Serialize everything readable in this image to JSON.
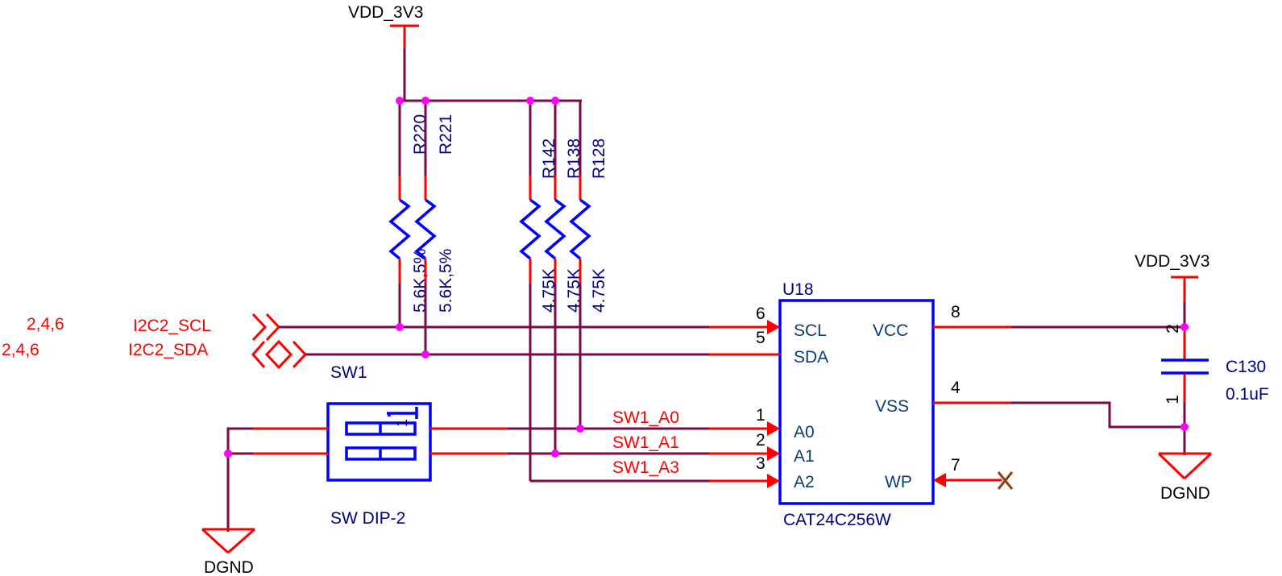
{
  "power": {
    "top": "VDD_3V3",
    "right": "VDD_3V3",
    "gnd_left": "DGND",
    "gnd_right": "DGND"
  },
  "offpage": {
    "scl_ref": "2,4,6",
    "sda_ref": "2,4,6",
    "scl_net": "I2C2_SCL",
    "sda_net": "I2C2_SDA"
  },
  "resistors": [
    {
      "ref": "R220",
      "value": "5.6K,5%"
    },
    {
      "ref": "R221",
      "value": "5.6K,5%"
    },
    {
      "ref": "R142",
      "value": "4.75K"
    },
    {
      "ref": "R138",
      "value": "4.75K"
    },
    {
      "ref": "R128",
      "value": "4.75K"
    }
  ],
  "switch": {
    "ref": "SW1",
    "value": "SW DIP-2",
    "pin_label": "1"
  },
  "nets": {
    "a0": "SW1_A0",
    "a1": "SW1_A1",
    "a3": "SW1_A3"
  },
  "ic": {
    "ref": "U18",
    "part": "CAT24C256W",
    "pins_left": [
      {
        "num": "6",
        "name": "SCL"
      },
      {
        "num": "5",
        "name": "SDA"
      },
      {
        "num": "1",
        "name": "A0"
      },
      {
        "num": "2",
        "name": "A1"
      },
      {
        "num": "3",
        "name": "A2"
      }
    ],
    "pins_right": [
      {
        "num": "8",
        "name": "VCC"
      },
      {
        "num": "4",
        "name": "VSS"
      },
      {
        "num": "7",
        "name": "WP"
      }
    ]
  },
  "capacitor": {
    "ref": "C130",
    "value": "0.1uF",
    "pin_top": "2",
    "pin_bottom": "1"
  },
  "colors": {
    "wire": "#7a0a45",
    "pin": "#ff0000",
    "body": "#0000ff",
    "junction": "#ff00ff",
    "noconnect": "#8b4513"
  }
}
